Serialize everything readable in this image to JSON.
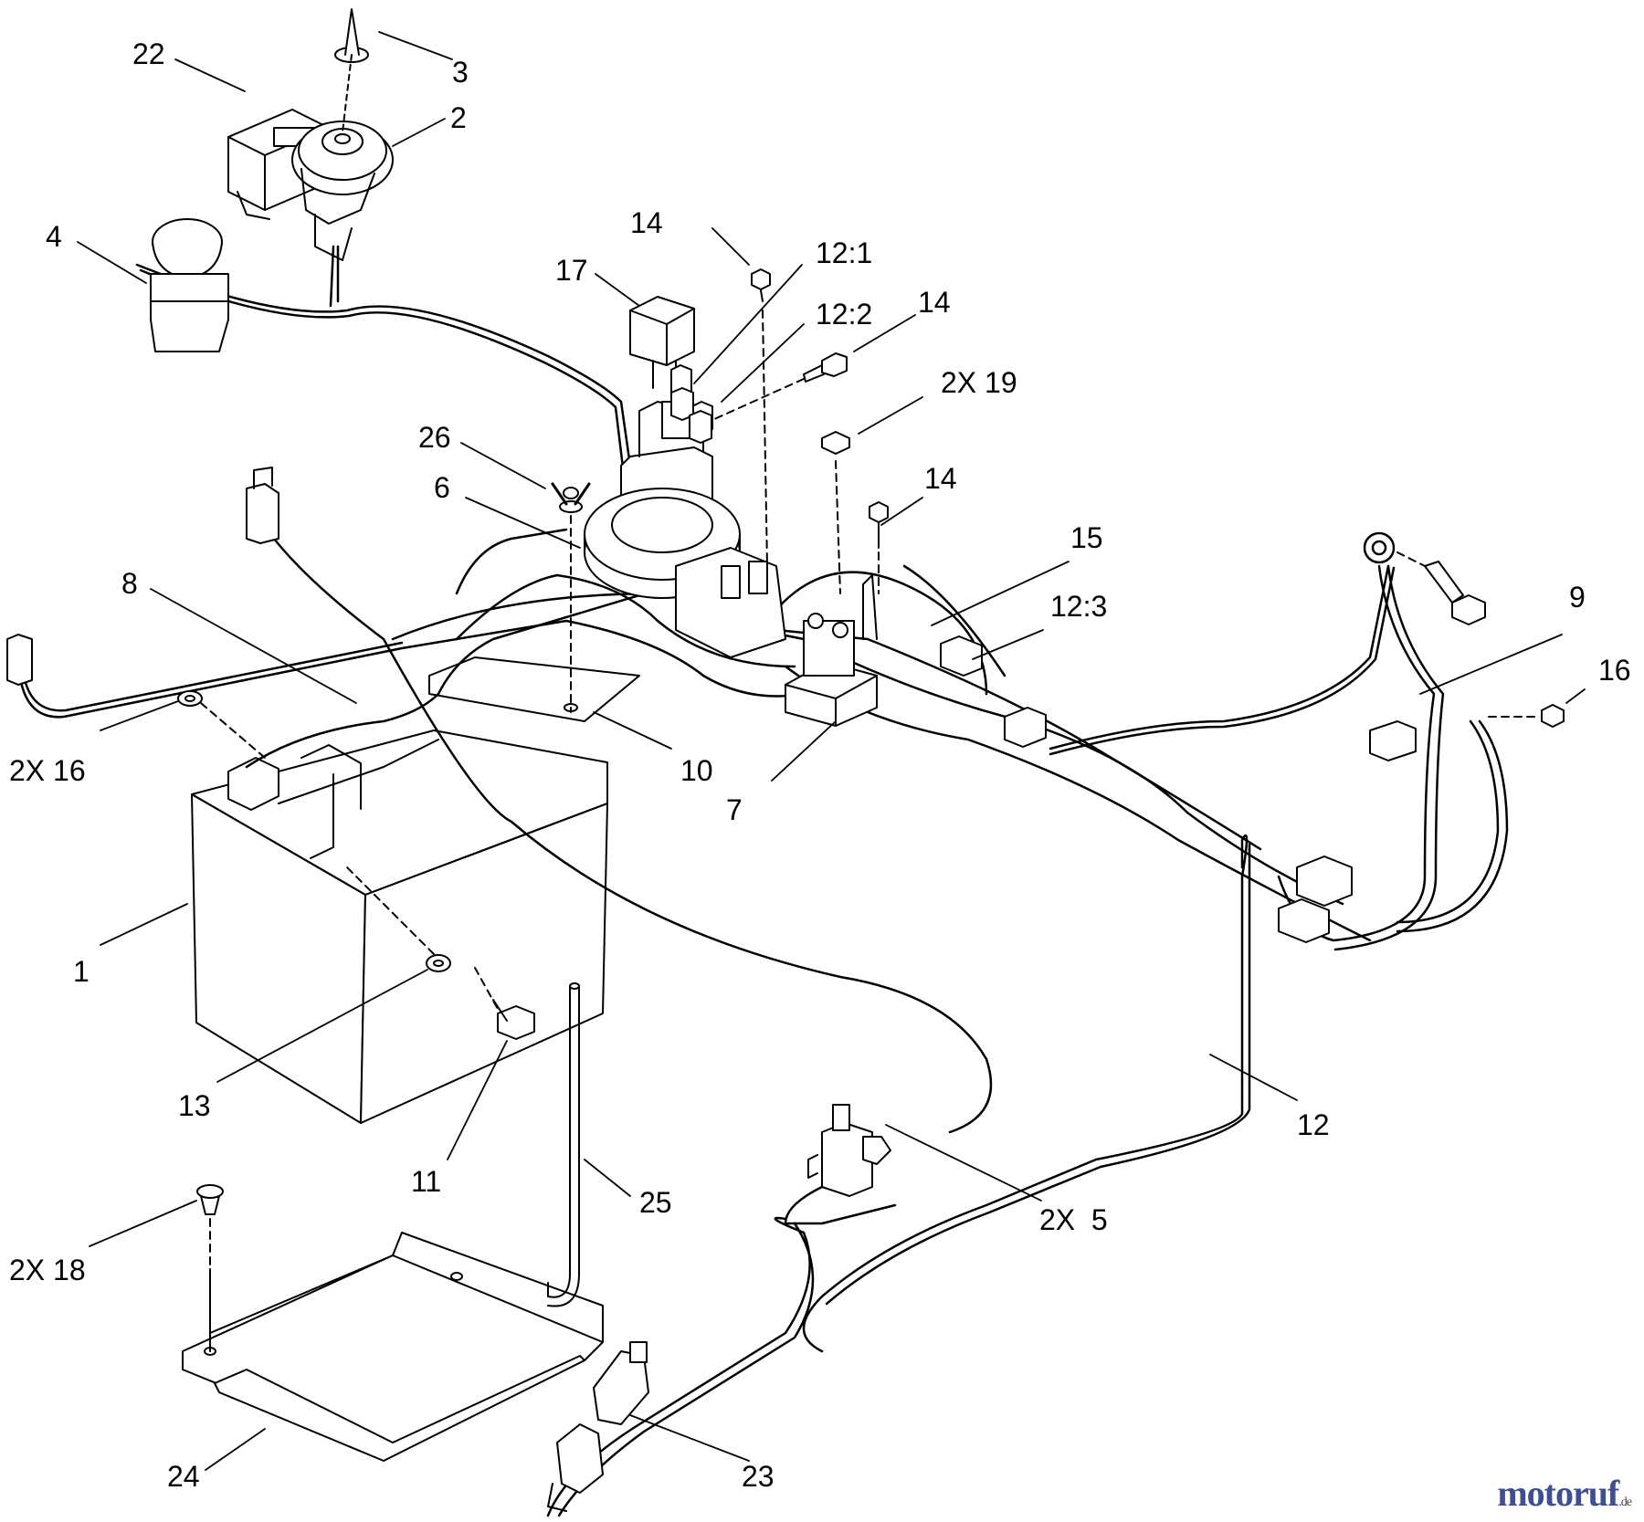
{
  "watermark": {
    "text": "motoruf",
    "suffix": ".de"
  },
  "callouts": [
    {
      "key": "c22",
      "text": "22"
    },
    {
      "key": "c3",
      "text": "3"
    },
    {
      "key": "c2",
      "text": "2"
    },
    {
      "key": "c4",
      "text": "4"
    },
    {
      "key": "c14a",
      "text": "14"
    },
    {
      "key": "c12_1",
      "text": "12:1"
    },
    {
      "key": "c17",
      "text": "17"
    },
    {
      "key": "c12_2",
      "text": "12:2"
    },
    {
      "key": "c14b",
      "text": "14"
    },
    {
      "key": "c19",
      "text": "2X 19"
    },
    {
      "key": "c26",
      "text": "26"
    },
    {
      "key": "c6",
      "text": "6"
    },
    {
      "key": "c14c",
      "text": "14"
    },
    {
      "key": "c15",
      "text": "15"
    },
    {
      "key": "c8",
      "text": "8"
    },
    {
      "key": "c12_3",
      "text": "12:3"
    },
    {
      "key": "c9",
      "text": "9"
    },
    {
      "key": "c16a",
      "text": "16"
    },
    {
      "key": "c16b",
      "text": "2X 16"
    },
    {
      "key": "c10",
      "text": "10"
    },
    {
      "key": "c7",
      "text": "7"
    },
    {
      "key": "c1",
      "text": "1"
    },
    {
      "key": "c13",
      "text": "13"
    },
    {
      "key": "c11",
      "text": "11"
    },
    {
      "key": "c12",
      "text": "12"
    },
    {
      "key": "c25",
      "text": "25"
    },
    {
      "key": "c5",
      "text": "2X  5"
    },
    {
      "key": "c18",
      "text": "2X 18"
    },
    {
      "key": "c24",
      "text": "24"
    },
    {
      "key": "c23",
      "text": "23"
    }
  ]
}
